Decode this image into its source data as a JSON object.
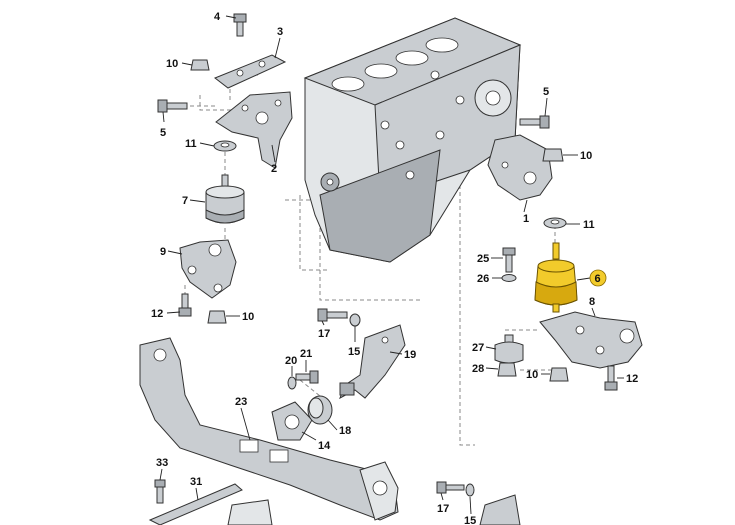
{
  "diagram": {
    "callouts": {
      "c1": "1",
      "c2": "2",
      "c3": "3",
      "c4": "4",
      "c5a": "5",
      "c5b": "5",
      "c6": "6",
      "c7": "7",
      "c8": "8",
      "c9": "9",
      "c10a": "10",
      "c10b": "10",
      "c10c": "10",
      "c10d": "10",
      "c11a": "11",
      "c11b": "11",
      "c12a": "12",
      "c12b": "12",
      "c14": "14",
      "c15a": "15",
      "c15b": "15",
      "c17a": "17",
      "c17b": "17",
      "c18": "18",
      "c19": "19",
      "c20": "20",
      "c21": "21",
      "c23": "23",
      "c25": "25",
      "c26": "26",
      "c27": "27",
      "c28": "28",
      "c31": "31",
      "c33": "33"
    },
    "highlight_color": "#f2cb2b",
    "highlighted_part": "6"
  }
}
